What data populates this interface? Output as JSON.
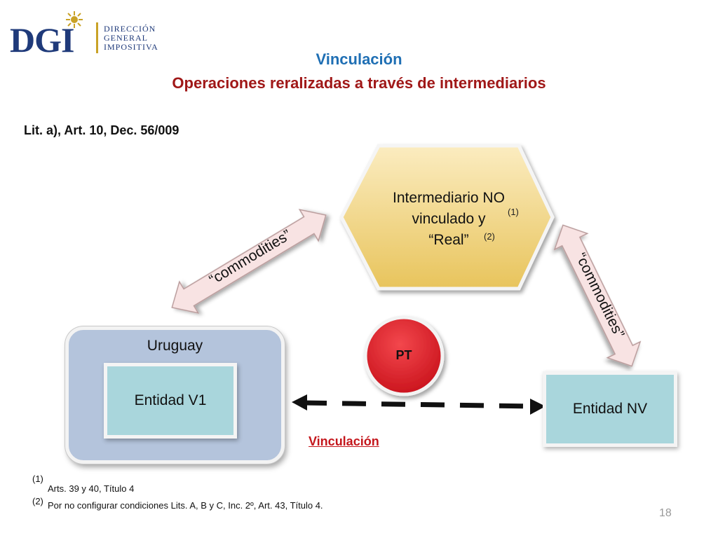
{
  "logo": {
    "mark": "DGI",
    "line1": "Dirección",
    "line2": "General",
    "line3": "Impositiva",
    "brand_color": "#1f3a7a",
    "accent_color": "#c9a227"
  },
  "header": {
    "title": "Vinculación",
    "subtitle": "Operaciones reralizadas a través de intermediarios",
    "title_color": "#1f6fb4",
    "subtitle_color": "#a01818"
  },
  "reference": "Lit. a), Art. 10, Dec. 56/009",
  "intermediary": {
    "line1": "Intermediario NO",
    "line2": "vinculado  y",
    "line3": "“Real”",
    "note1": "(1)",
    "note2": "(2)",
    "fill_color": "#f2d98a"
  },
  "arrows": {
    "left_label": "“commodities”",
    "right_label": "“commodities”",
    "arrow_color": "#f6dcdc"
  },
  "uruguay": {
    "label": "Uruguay",
    "entity": "Entidad V1"
  },
  "entity_nv": "Entidad NV",
  "pt": {
    "label": "PT",
    "color": "#e0202a"
  },
  "link_label": "Vinculación",
  "footnotes": [
    {
      "num": "(1)",
      "text": "Arts. 39 y 40, Título 4"
    },
    {
      "num": "(2)",
      "text": "Por no configurar condiciones Lits. A, B y C, Inc. 2º, Art. 43, Título 4."
    }
  ],
  "page_number": "18"
}
